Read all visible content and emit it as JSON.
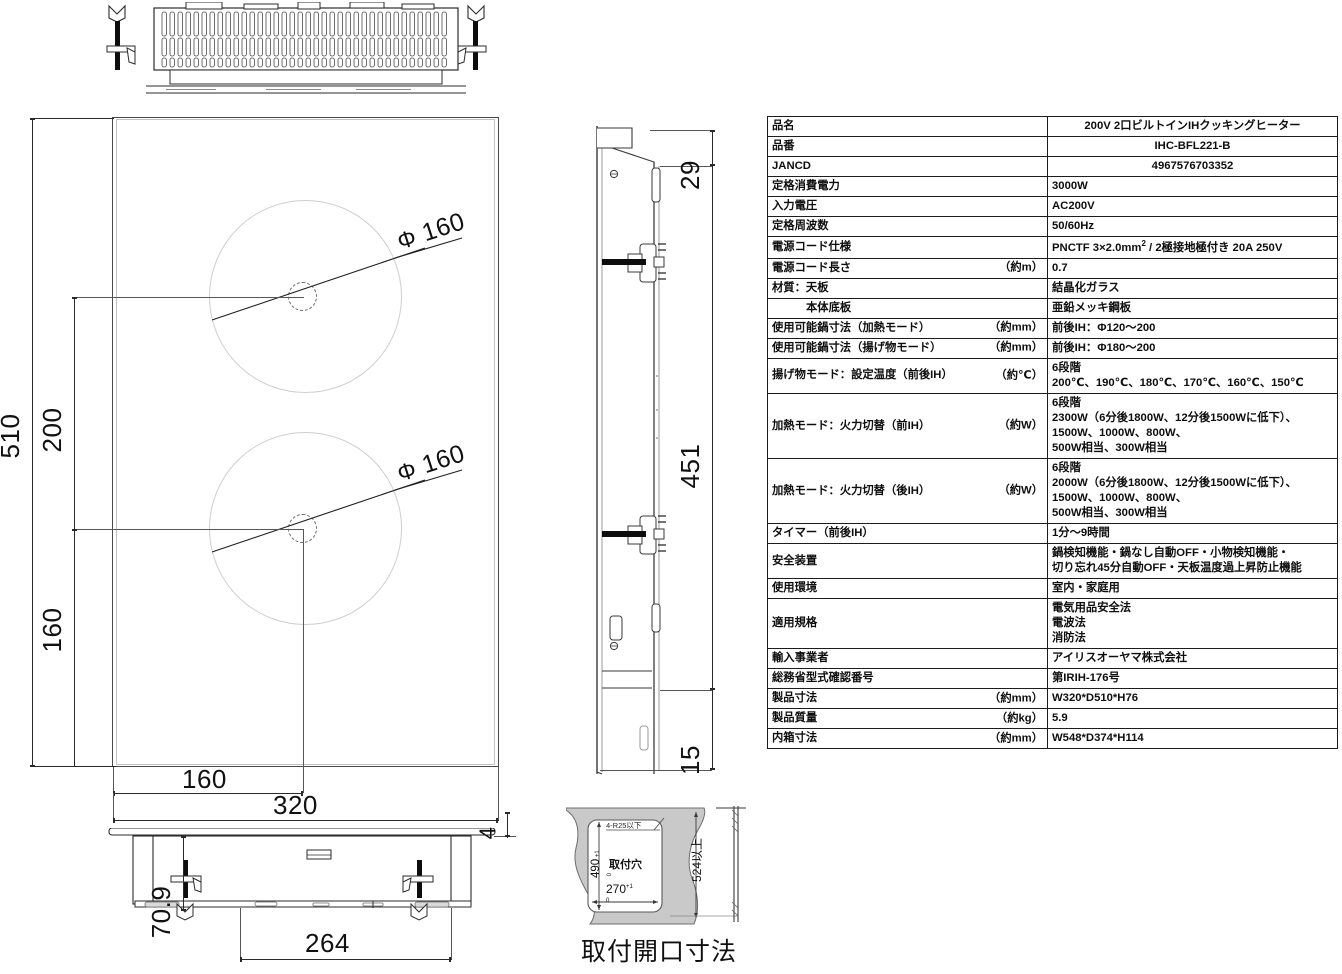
{
  "document": {
    "kind": "technical-specification-drawing",
    "caption_install": "取付開口寸法"
  },
  "top_view": {
    "name": "plan-view",
    "dim_overall_height": "510",
    "dim_rear_burner_offset": "200",
    "dim_front_burner_offset": "160",
    "dim_burner_x_offset": "160",
    "dim_overall_width": "320",
    "burner_rear_label": "Φ160",
    "burner_front_label": "Φ160",
    "burner_rear_diameter": "160",
    "burner_front_diameter": "160"
  },
  "side_view": {
    "name": "side-section-view",
    "dim_top_lip": "29",
    "dim_body_depth": "451",
    "dim_bottom_clearance": "15"
  },
  "front_view": {
    "name": "front-elevation-view",
    "dim_height": "70.9",
    "dim_width": "264",
    "dim_top_glass": "4"
  },
  "install_opening": {
    "name": "installation-opening-figure",
    "corner_radius_note": "4-R25以下",
    "hole_label": "取付穴",
    "dim_depth": "490",
    "dim_depth_tol": "+1 0",
    "dim_width": "270",
    "dim_width_tol": "+1 0",
    "dim_clearance": "524以上"
  },
  "spec_table": {
    "name": "specification-table",
    "rows": [
      {
        "label": "品名",
        "unit": "",
        "value": "200V 2口ビルトインIHクッキングヒーター",
        "align": "center"
      },
      {
        "label": "品番",
        "unit": "",
        "value": "IHC-BFL221-B",
        "align": "center"
      },
      {
        "label": "JANCD",
        "unit": "",
        "value": "4967576703352",
        "align": "center"
      },
      {
        "label": "定格消費電力",
        "unit": "",
        "value": "3000W",
        "align": "left"
      },
      {
        "label": "入力電圧",
        "unit": "",
        "value": "AC200V",
        "align": "left"
      },
      {
        "label": "定格周波数",
        "unit": "",
        "value": "50/60Hz",
        "align": "left"
      },
      {
        "label": "電源コード仕様",
        "unit": "",
        "value": "PNCTF 3×2.0mm² / 2極接地極付き 20A 250V",
        "align": "left",
        "html": "PNCTF 3×2.0mm<sup>2</sup> / 2極接地極付き 20A 250V"
      },
      {
        "label": "電源コード長さ",
        "unit": "（約m）",
        "value": "0.7",
        "align": "left"
      },
      {
        "label": "材質：天板",
        "unit": "",
        "value": "結晶化ガラス",
        "align": "left"
      },
      {
        "label": "本体底板",
        "unit": "",
        "value": "亜鉛メッキ鋼板",
        "align": "left",
        "indent": true
      },
      {
        "label": "使用可能鍋寸法（加熱モード）",
        "unit": "（約mm）",
        "value": "前後IH：Φ120〜200",
        "align": "left"
      },
      {
        "label": "使用可能鍋寸法（揚げ物モード）",
        "unit": "（約mm）",
        "value": "前後IH：Φ180〜200",
        "align": "left"
      },
      {
        "label": "揚げ物モード：設定温度（前後IH）",
        "unit": "（約℃）",
        "value": "6段階\n200℃、190℃、180℃、170℃、160℃、150℃",
        "align": "left",
        "multiline": true
      },
      {
        "label": "加熱モード：火力切替（前IH）",
        "unit": "（約W）",
        "value": "6段階\n2300W（6分後1800W、12分後1500Wに低下）、\n1500W、1000W、800W、\n500W相当、300W相当",
        "align": "left",
        "multiline": true
      },
      {
        "label": "加熱モード：火力切替（後IH）",
        "unit": "（約W）",
        "value": "6段階\n2000W（6分後1800W、12分後1500Wに低下）、\n1500W、1000W、800W、\n500W相当、300W相当",
        "align": "left",
        "multiline": true
      },
      {
        "label": "タイマー（前後IH）",
        "unit": "",
        "value": "1分〜9時間",
        "align": "left"
      },
      {
        "label": "安全装置",
        "unit": "",
        "value": "鍋検知機能・鍋なし自動OFF・小物検知機能・\n切り忘れ45分自動OFF・天板温度過上昇防止機能",
        "align": "left",
        "multiline": true
      },
      {
        "label": "使用環境",
        "unit": "",
        "value": "室内・家庭用",
        "align": "left"
      },
      {
        "label": "適用規格",
        "unit": "",
        "value": "電気用品安全法\n電波法\n消防法",
        "align": "left",
        "multiline": true
      },
      {
        "label": "輸入事業者",
        "unit": "",
        "value": "アイリスオーヤマ株式会社",
        "align": "left"
      },
      {
        "label": "総務省型式確認番号",
        "unit": "",
        "value": "第IRIH-176号",
        "align": "left"
      },
      {
        "label": "製品寸法",
        "unit": "（約mm）",
        "value": "W320*D510*H76",
        "align": "left"
      },
      {
        "label": "製品質量",
        "unit": "（約kg）",
        "value": "5.9",
        "align": "left"
      },
      {
        "label": "内箱寸法",
        "unit": "（約mm）",
        "value": "W548*D374*H114",
        "align": "left"
      }
    ]
  },
  "colors": {
    "line": "#1a1a1a",
    "thin_line": "#565656",
    "faint_line": "#b8b8b8",
    "counter_fill": "#c9c9c9",
    "table_border": "#1c1c1c",
    "text": "#0e0e0e"
  }
}
